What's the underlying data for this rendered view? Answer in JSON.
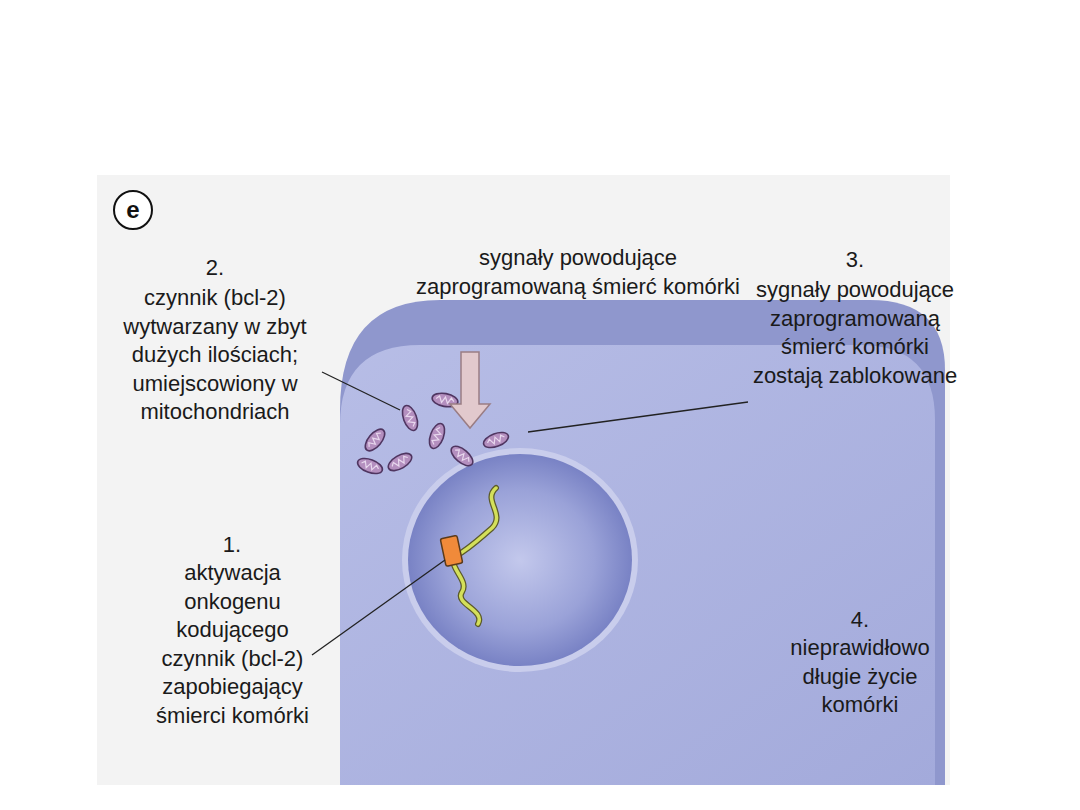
{
  "diagram": {
    "nodes": [
      {
        "text": [
          "e"
        ]
      }
    ],
    "labels": [
      "sygnały powodujące zaprogramowaną śmierć komórki",
      "2.",
      "czynnik (bcl-2) wytwarzany w zbyt dużych ilościach; umiejscowiony w mitochondriach",
      "3.",
      "sygnały powodujące zaprogramowaną śmierć komórki zostają zablokowane",
      "1.",
      "aktywacja onkogenu kodującego czynnik (bcl-2) zapobiegający śmierci komórki",
      "4.",
      "nieprawidłowo długie życie komórki"
    ]
  }
}
